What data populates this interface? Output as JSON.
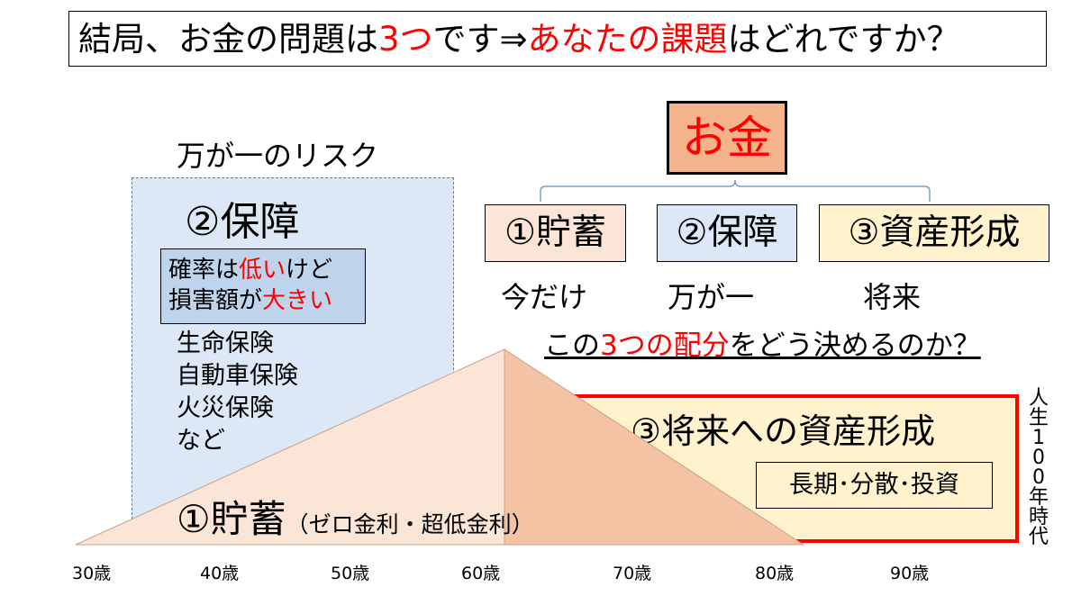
{
  "title": {
    "part1": "結局、お金の問題は",
    "part2": "3つ",
    "part3": "です⇒",
    "part4": "あなたの課題",
    "part5": "はどれですか？"
  },
  "hoshou_panel": {
    "header": "万が一のリスク",
    "title": "②保障",
    "note_line1_a": "確率は",
    "note_line1_b": "低い",
    "note_line1_c": "けど",
    "note_line2_a": "損害額が",
    "note_line2_b": "大きい",
    "insurances": [
      "生命保険",
      "自動車保険",
      "火災保険",
      "など"
    ]
  },
  "okane": "お金",
  "categories": [
    {
      "label": "①貯蓄",
      "sub": "今だけ",
      "color": "#fbe5d6"
    },
    {
      "label": "②保障",
      "sub": "万が一",
      "color": "#dce8f5"
    },
    {
      "label": "③資産形成",
      "sub": "将来",
      "color": "#fff2cc"
    }
  ],
  "question": {
    "part1": "この",
    "part2": "3つの配分",
    "part3": "をどう決めるのか？"
  },
  "future": {
    "title": "③将来への資産形成",
    "tag": "長期･分散･投資",
    "vertical": "人生100年時代"
  },
  "chokin": {
    "main": "①貯蓄",
    "small": "（ゼロ金利・超低金利）"
  },
  "ages": [
    "30歳",
    "40歳",
    "50歳",
    "60歳",
    "70歳",
    "80歳",
    "90歳"
  ],
  "colors": {
    "accent_red": "#ff0000",
    "chokin_light": "#fbe5d6",
    "chokin_dark": "#f4c3a4",
    "hoshou_bg": "#dce8f5",
    "future_bg": "#fff2cc"
  }
}
